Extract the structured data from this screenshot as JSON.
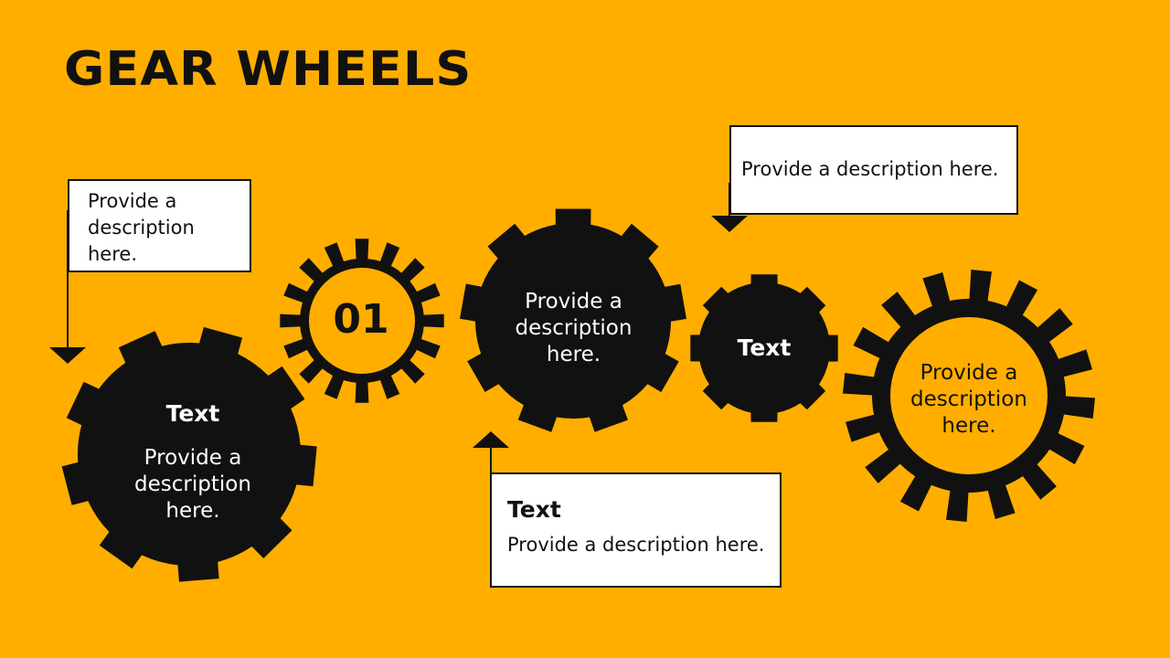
{
  "title": "GEAR WHEELS",
  "colors": {
    "background": "#FFAE00",
    "gear": "#111111",
    "box": "#FFFFFF"
  },
  "gears": [
    {
      "heading": "Text",
      "description": "Provide a description here."
    },
    {
      "label": "01"
    },
    {
      "description": "Provide a description here."
    },
    {
      "heading": "Text"
    },
    {
      "description": "Provide a description here."
    }
  ],
  "callouts": [
    {
      "description": "Provide a description here."
    },
    {
      "description": "Provide a description here."
    },
    {
      "heading": "Text",
      "description": "Provide a description here."
    }
  ]
}
